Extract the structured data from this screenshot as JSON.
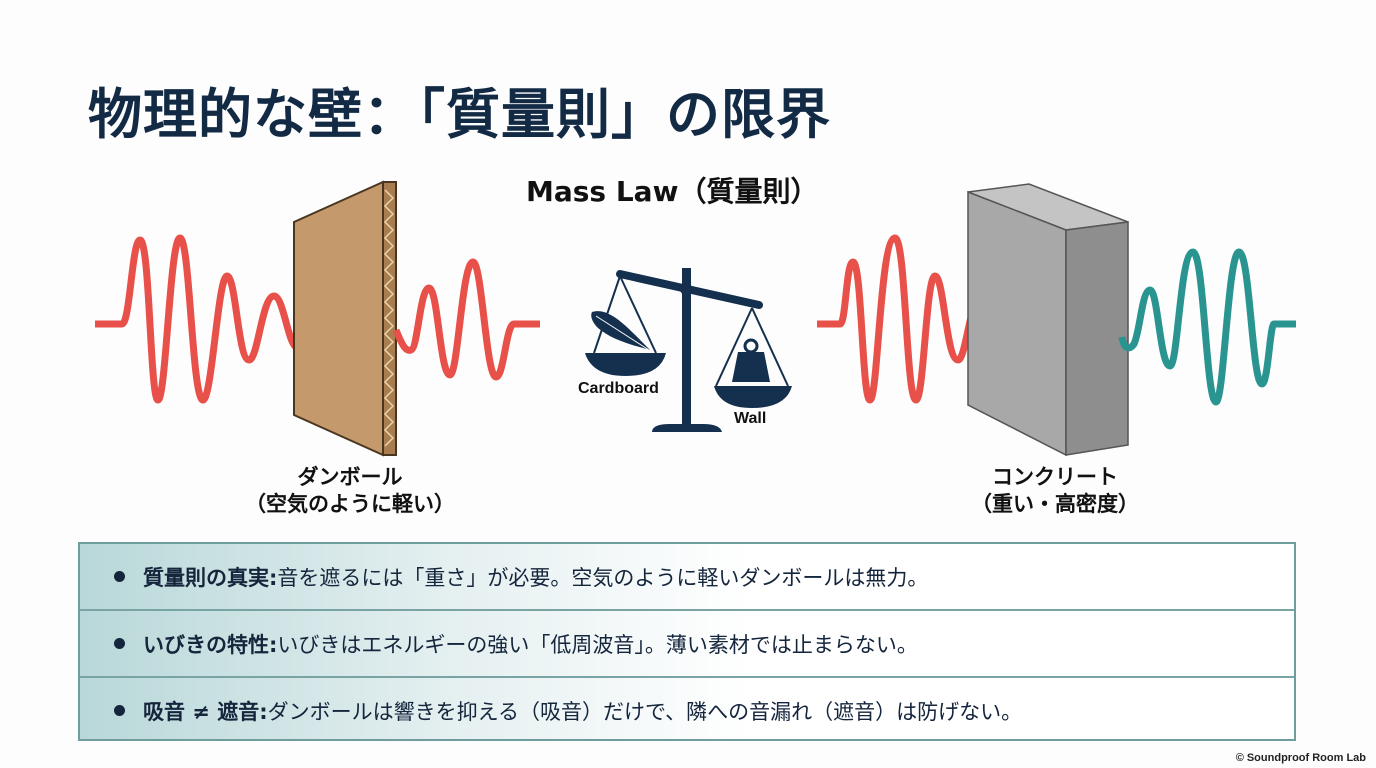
{
  "title": "物理的な壁：「質量則」の限界",
  "subtitle": "Mass Law（質量則）",
  "diagram": {
    "cardboard": {
      "name": "ダンボール",
      "note": "（空気のように軽い）"
    },
    "concrete": {
      "name": "コンクリート",
      "note": "（重い・高密度）"
    },
    "scale": {
      "left_label": "Cardboard",
      "right_label": "Wall",
      "left_icon": "feather-icon",
      "right_icon": "weight-icon"
    },
    "colors": {
      "incident_wave": "#e8504a",
      "transmitted_wave_cardboard": "#e8504a",
      "transmitted_wave_concrete": "#2a9590",
      "scale": "#15304f",
      "cardboard": "#c49a6c",
      "concrete": "#9c9c9c"
    }
  },
  "points": [
    {
      "key": "質量則の真実:",
      "text": " 音を遮るには「重さ」が必要。空気のように軽いダンボールは無力。"
    },
    {
      "key": "いびきの特性:",
      "text": " いびきはエネルギーの強い「低周波音」。薄い素材では止まらない。"
    },
    {
      "key": "吸音 ≠ 遮音:",
      "text": " ダンボールは響きを抑える（吸音）だけで、隣への音漏れ（遮音）は防げない。"
    }
  ],
  "credit": "© Soundproof Room Lab"
}
